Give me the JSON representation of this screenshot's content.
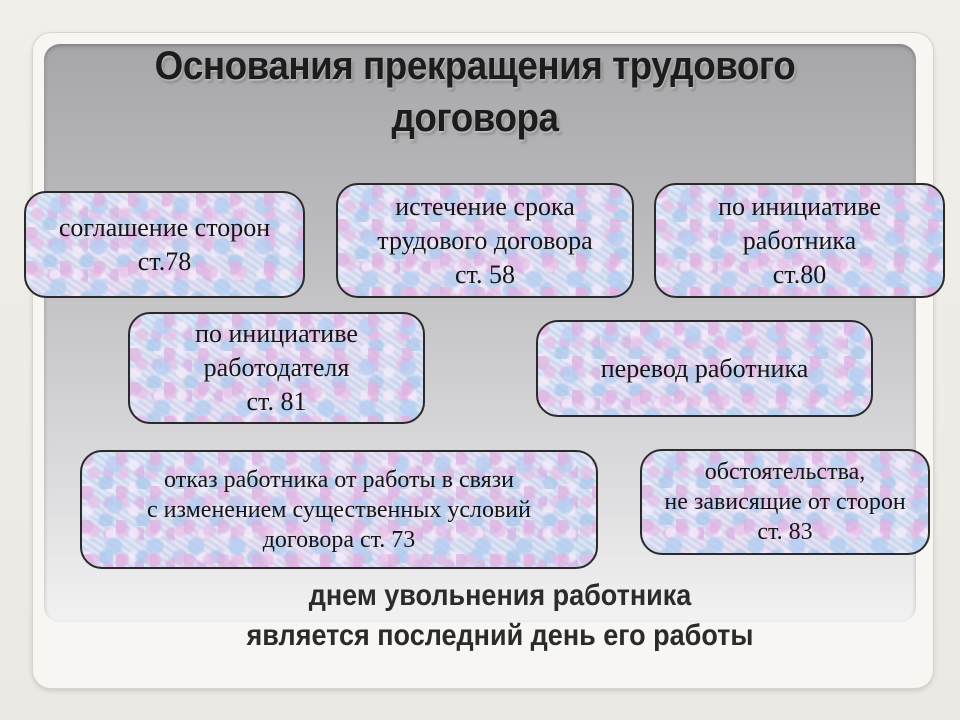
{
  "title": {
    "line1": "Основания прекращения трудового",
    "line2": "договора"
  },
  "boxes": [
    {
      "lines": [
        "соглашение сторон",
        "ст.78"
      ]
    },
    {
      "lines": [
        "истечение срока",
        "трудового договора",
        "ст. 58"
      ]
    },
    {
      "lines": [
        "по инициативе",
        "работника",
        "ст.80"
      ]
    },
    {
      "lines": [
        "по инициативе",
        "работодателя",
        "ст. 81"
      ]
    },
    {
      "lines": [
        "перевод работника"
      ]
    },
    {
      "lines": [
        "отказ работника от работы в связи",
        "с изменением существенных условий",
        "договора ст. 73"
      ]
    },
    {
      "lines": [
        "обстоятельства,",
        "не зависящие от сторон",
        "ст. 83"
      ]
    }
  ],
  "footer": {
    "line1": "днем увольнения работника",
    "line2": "является последний день его работы"
  }
}
